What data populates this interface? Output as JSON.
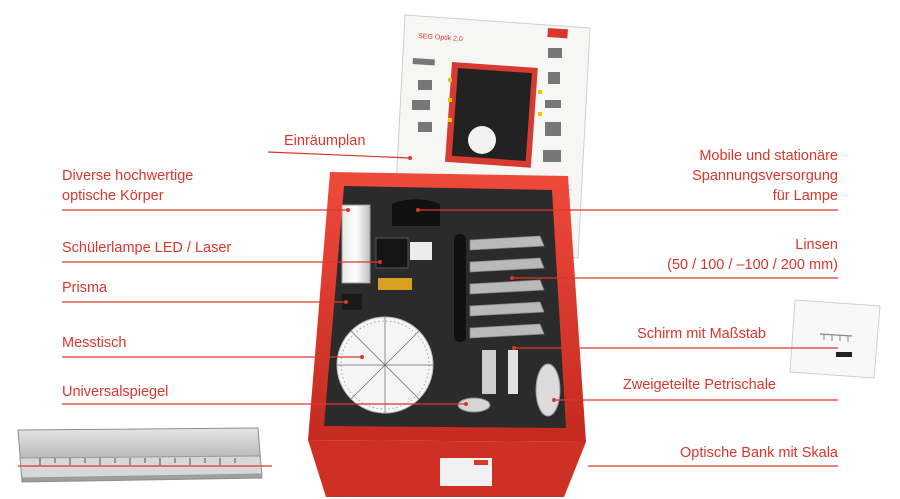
{
  "labels": {
    "einraeumplan": "Einräumplan",
    "optische_koerper": [
      "Diverse hochwertige",
      "optische Körper"
    ],
    "schuelerlampe": "Schülerlampe LED / Laser",
    "prisma": "Prisma",
    "messtisch": "Messtisch",
    "universalspiegel": "Universalspiegel",
    "spannungsversorgung": [
      "Mobile und stationäre",
      "Spannungsversorgung",
      "für Lampe"
    ],
    "linsen": [
      "Linsen",
      "(50 / 100 / –100 / 200 mm)"
    ],
    "schirm": "Schirm mit Maßstab",
    "petrischale": "Zweigeteilte Petrischale",
    "optische_bank": "Optische Bank mit Skala"
  },
  "plan_sheet": {
    "title": "SEG Optik 2.0"
  },
  "colors": {
    "label": "#d9372b",
    "box_red": "#e23a2e",
    "foam": "#2b2b2b",
    "rail": "#c9c9c9"
  }
}
